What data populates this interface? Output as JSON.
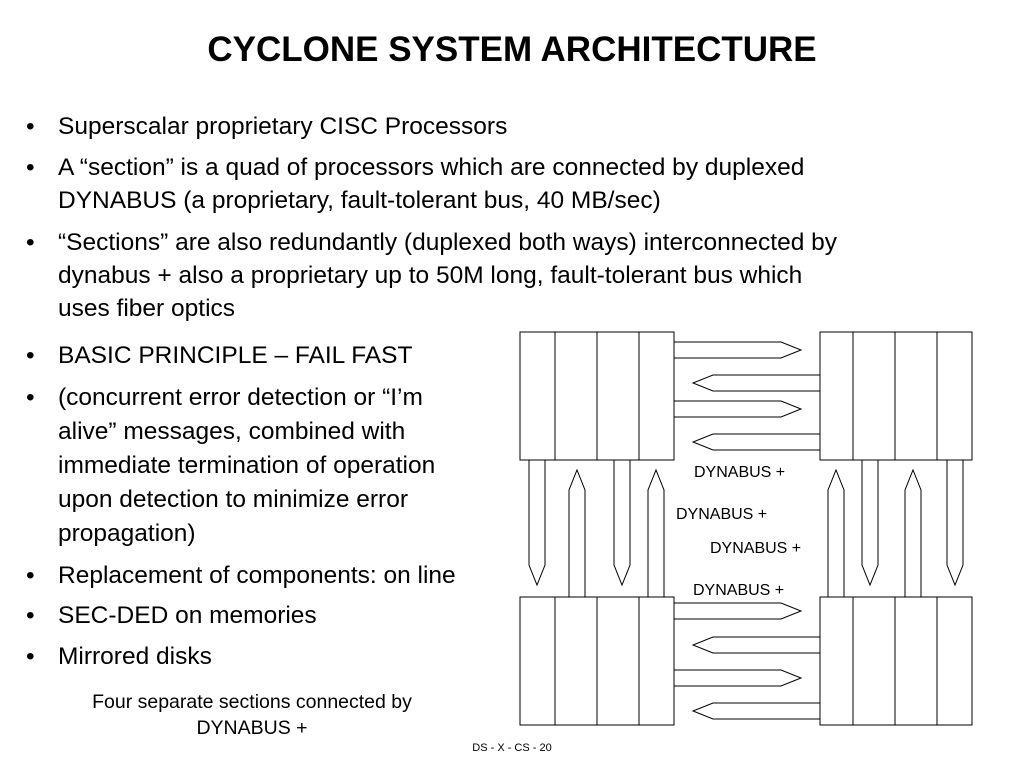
{
  "title": "CYCLONE SYSTEM ARCHITECTURE",
  "bullets_top": [
    {
      "glyph": "•",
      "lines": [
        "Superscalar proprietary CISC Processors"
      ]
    },
    {
      "glyph": "•",
      "lines": [
        "A “section” is a quad of processors which are connected by duplexed",
        "DYNABUS (a proprietary, fault-tolerant bus, 40 MB/sec)"
      ]
    },
    {
      "glyph": "•",
      "lines": [
        "“Sections” are also redundantly (duplexed both ways) interconnected by",
        "dynabus + also a proprietary up to 50M long, fault-tolerant bus which",
        "uses fiber optics"
      ]
    }
  ],
  "bullets_bottom": [
    {
      "glyph": "•",
      "lines": [
        "BASIC PRINCIPLE – FAIL FAST"
      ]
    },
    {
      "glyph": "•",
      "lines": [
        "(concurrent error detection or “I’m",
        "alive” messages, combined with",
        "immediate termination of operation",
        "upon detection to minimize error",
        "propagation)"
      ]
    },
    {
      "glyph": "•",
      "lines": [
        "Replacement of components: on line"
      ]
    },
    {
      "glyph": "•",
      "lines": [
        "SEC-DED on memories"
      ]
    },
    {
      "glyph": "•",
      "lines": [
        "Mirrored disks"
      ]
    }
  ],
  "caption": {
    "line1": "Four separate sections connected by",
    "line2": "DYNABUS +"
  },
  "diagram": {
    "labels": [
      "DYNABUS +",
      "DYNABUS +",
      "DYNABUS +",
      "DYNABUS +"
    ]
  },
  "footer": "DS - X - CS - 20"
}
